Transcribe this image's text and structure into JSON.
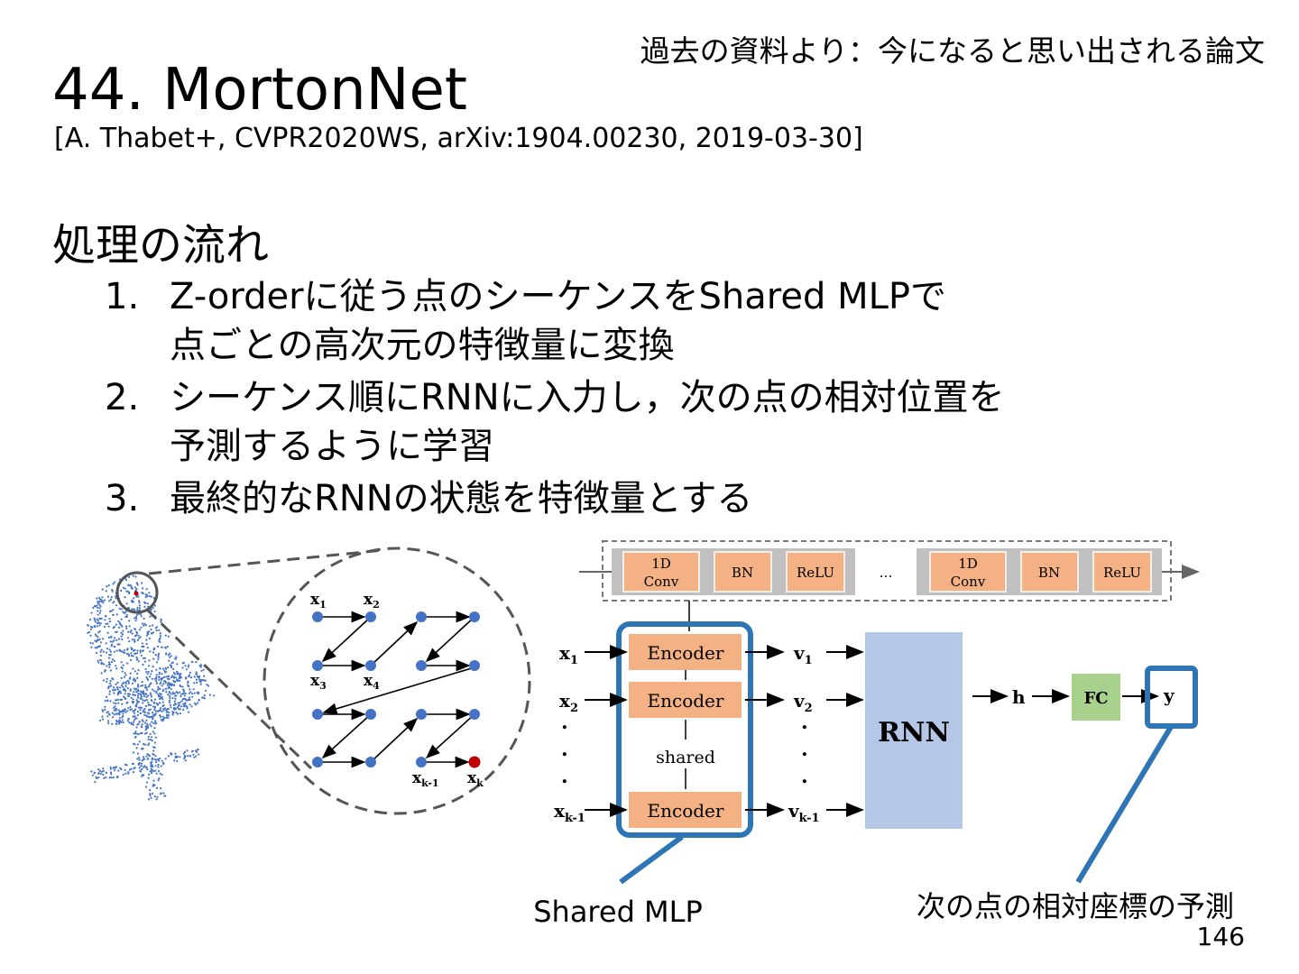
{
  "header_note": "過去の資料より：今になると思い出される論文",
  "title": "44. MortonNet",
  "citation": "[A. Thabet+, CVPR2020WS, arXiv:1904.00230, 2019-03-30]",
  "section_heading": "処理の流れ",
  "steps": [
    {
      "num": "1.",
      "lines": [
        "Z-orderに従う点のシーケンスをShared MLPで",
        "点ごとの高次元の特徴量に変換"
      ]
    },
    {
      "num": "2.",
      "lines": [
        "シーケンス順にRNNに入力し，次の点の相対位置を",
        "予測するように学習"
      ]
    },
    {
      "num": "3.",
      "lines": [
        "最終的なRNNの状態を特徴量とする"
      ]
    }
  ],
  "figure": {
    "pipeline_blocks": [
      "1D Conv",
      "BN",
      "ReLU",
      "…",
      "1D Conv",
      "BN",
      "ReLU"
    ],
    "encoder_label": "Encoder",
    "shared_label": "shared",
    "rnn_label": "RNN",
    "h_label": "h",
    "fc_label": "FC",
    "y_label": "y",
    "inputs": [
      "x1",
      "x2",
      "xk-1"
    ],
    "features": [
      "v1",
      "v2",
      "vk-1"
    ],
    "zorder_labels": [
      "x1",
      "x2",
      "x3",
      "x4",
      "xk-1",
      "xk"
    ],
    "callout_shared": "Shared MLP",
    "callout_predict": "次の点の相対座標の予測",
    "colors": {
      "encoder": "#f4b183",
      "rnn": "#b4c7e7",
      "fc": "#a9d18e",
      "highlight": "#2e75b6",
      "points": "#4472c4",
      "last_point": "#c00000"
    }
  },
  "page_number": "146"
}
